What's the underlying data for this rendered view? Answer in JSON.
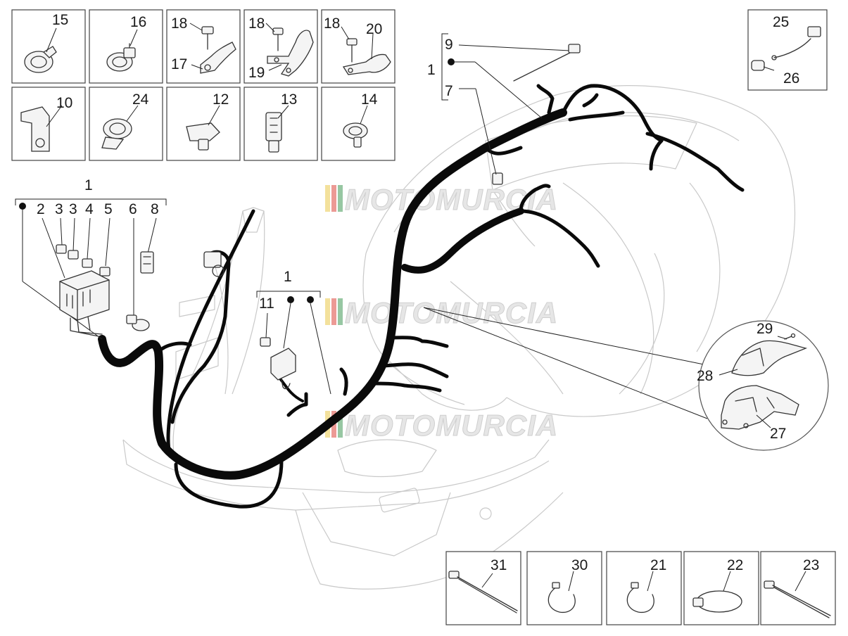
{
  "watermark": {
    "text": "MOTOMURCIA",
    "flag_colors": [
      "#e8c33a",
      "#d9352b",
      "#2f8f46",
      "#e8c33a"
    ]
  },
  "callouts": {
    "top_grid": [
      {
        "id": "c15",
        "text": "15"
      },
      {
        "id": "c16",
        "text": "16"
      },
      {
        "id": "c18a",
        "text": "18"
      },
      {
        "id": "c17",
        "text": "17"
      },
      {
        "id": "c18b",
        "text": "18"
      },
      {
        "id": "c19",
        "text": "19"
      },
      {
        "id": "c18c",
        "text": "18"
      },
      {
        "id": "c20",
        "text": "20"
      },
      {
        "id": "c10",
        "text": "10"
      },
      {
        "id": "c24",
        "text": "24"
      },
      {
        "id": "c12",
        "text": "12"
      },
      {
        "id": "c13",
        "text": "13"
      },
      {
        "id": "c14",
        "text": "14"
      }
    ],
    "connector_box": [
      {
        "id": "c25",
        "text": "25"
      },
      {
        "id": "c26",
        "text": "26"
      }
    ],
    "left_group": [
      {
        "id": "c1a",
        "text": "1"
      },
      {
        "id": "c2",
        "text": "2"
      },
      {
        "id": "c3a",
        "text": "3"
      },
      {
        "id": "c3b",
        "text": "3"
      },
      {
        "id": "c4",
        "text": "4"
      },
      {
        "id": "c5",
        "text": "5"
      },
      {
        "id": "c6",
        "text": "6"
      },
      {
        "id": "c8",
        "text": "8"
      }
    ],
    "center_group": [
      {
        "id": "c1b",
        "text": "1"
      },
      {
        "id": "c11",
        "text": "11"
      }
    ],
    "top_group": [
      {
        "id": "c9",
        "text": "9"
      },
      {
        "id": "c1c",
        "text": "1"
      },
      {
        "id": "c7",
        "text": "7"
      }
    ],
    "detail_circle": [
      {
        "id": "c29",
        "text": "29"
      },
      {
        "id": "c28",
        "text": "28"
      },
      {
        "id": "c27",
        "text": "27"
      }
    ],
    "bottom_grid": [
      {
        "id": "c31",
        "text": "31"
      },
      {
        "id": "c30",
        "text": "30"
      },
      {
        "id": "c21",
        "text": "21"
      },
      {
        "id": "c22",
        "text": "22"
      },
      {
        "id": "c23",
        "text": "23"
      }
    ]
  }
}
